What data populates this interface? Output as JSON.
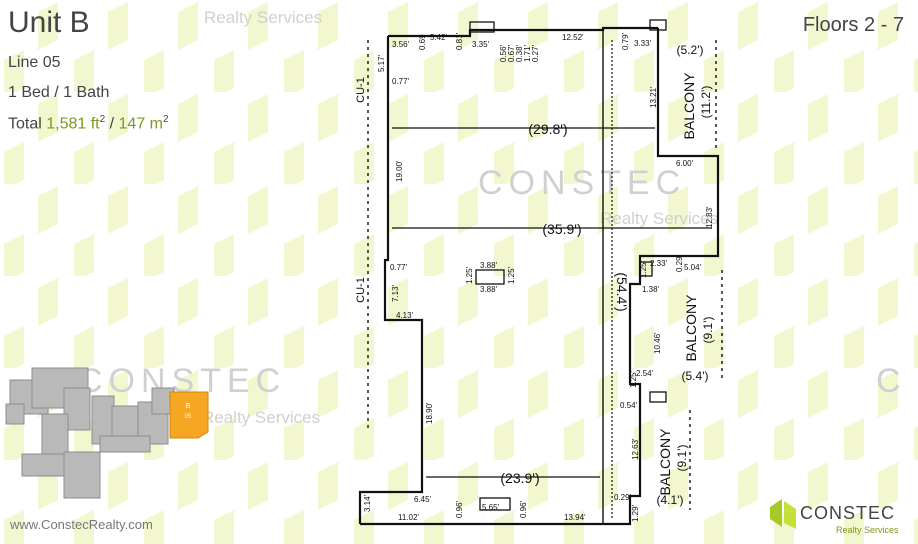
{
  "unit": {
    "title": "Unit B",
    "line": "Line 05",
    "beds": "1 Bed / 1 Bath",
    "total_prefix": "Total ",
    "total_ft": "1,581 ft",
    "total_sep": " / ",
    "total_m": "147 m",
    "sup": "2"
  },
  "floors": "Floors 2 - 7",
  "website": "www.ConstecRealty.com",
  "watermark": {
    "realty": "Realty Services",
    "constec": "CONSTEC"
  },
  "logo": {
    "name": "CONSTEC",
    "sub": "Realty Services"
  },
  "keyplan": {
    "unit_letter": "B",
    "unit_line": "05",
    "highlight_color": "#f5a623"
  },
  "plan": {
    "spans": {
      "top_width": "(29.8')",
      "mid_width": "(35.9')",
      "bottom_width": "(23.9')",
      "depth": "(54.4')"
    },
    "balconies": {
      "upper_label": "BALCONY",
      "upper_dims": [
        "(11.2')",
        "(5.2')"
      ],
      "middle_label": "BALCONY",
      "middle_dims": [
        "(9.1')",
        "(5.4')"
      ],
      "lower_label": "BALCONY",
      "lower_dims": [
        "(9.1')",
        "(4.1')"
      ]
    },
    "cu_labels": [
      "CU-1",
      "CU-1"
    ],
    "top_dims": [
      "3.56'",
      "0.69",
      "5.42'",
      "0.81'",
      "3.35'",
      "0.56'",
      "0.67'",
      "0.38'",
      "1.71'",
      "0.27'",
      "12.52'",
      "0.79'",
      "3.33'"
    ],
    "left_dims": [
      "5.17'",
      "0.77'",
      "19.00'",
      "0.77'",
      "7.13'",
      "4.13'",
      "18.90'",
      "6.45'",
      "3.14'"
    ],
    "right_dims": [
      "13.21'",
      "6.00'",
      "12.83'",
      "0.29'",
      "2.33'",
      "1.25'",
      "5.04'",
      "1.38'",
      "10.46'",
      "2.54'",
      "1.25'",
      "0.54'",
      "12.63'",
      "0.29'",
      "1.29'"
    ],
    "bottom_dims": [
      "11.02'",
      "0.96'",
      "5.65'",
      "0.96'",
      "13.94'"
    ],
    "column_dims": [
      "3.88'",
      "3.88'",
      "1.25'",
      "1.25'"
    ]
  },
  "colors": {
    "accent_green": "#c6e03a",
    "text_green": "#7a9a1e"
  }
}
